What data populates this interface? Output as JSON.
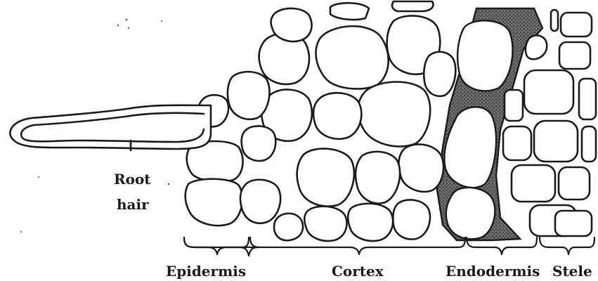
{
  "labels": {
    "root_hair_line1": "Root",
    "root_hair_line2": "hair",
    "epidermis": "Epidermis",
    "cortex": "Cortex",
    "endodermis": "Endodermis",
    "stele": "Stele"
  },
  "colors": {
    "ink": "#1a1a1a",
    "endodermis_fill": "#4a4a4a",
    "background": "#ffffff"
  }
}
